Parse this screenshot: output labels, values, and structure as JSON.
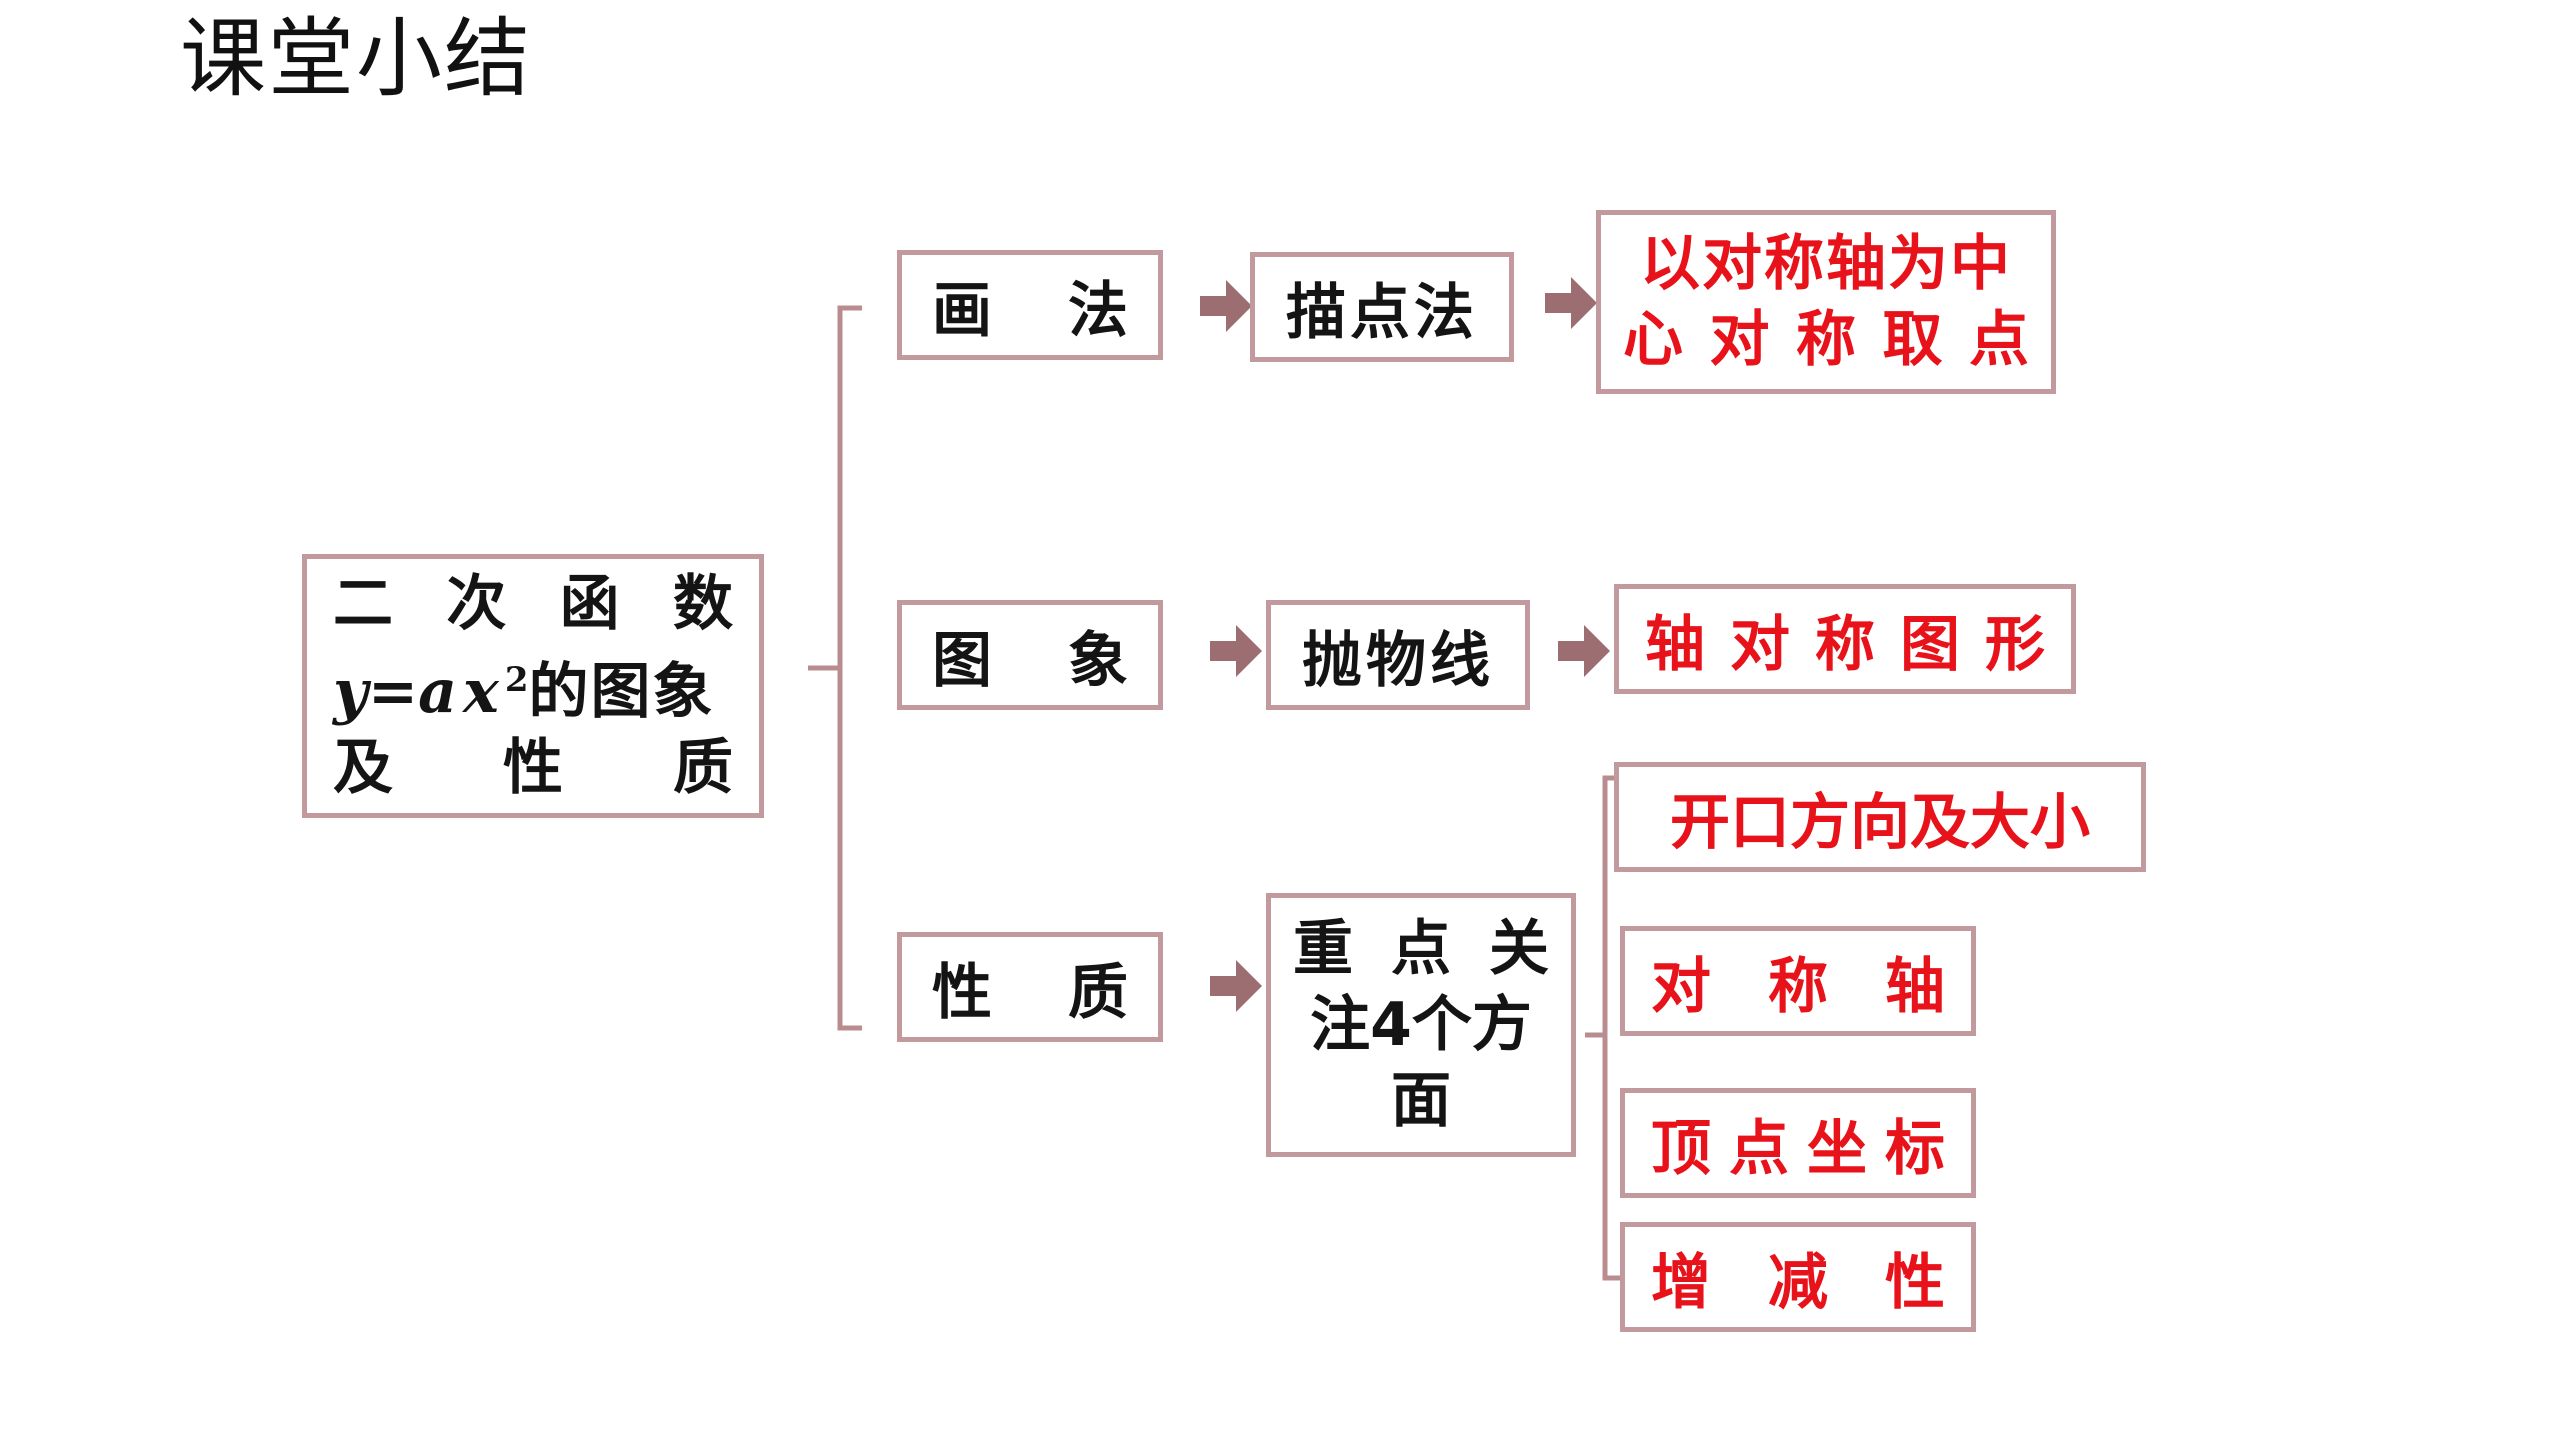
{
  "title": "课堂小结",
  "root": {
    "line1": [
      "二",
      "次",
      "函",
      "数"
    ],
    "formula_y": "y",
    "formula_eq": "=",
    "formula_ax": "ax",
    "formula_exp": "2",
    "formula_rest": "的图象",
    "line3": [
      "及",
      "性",
      "质"
    ]
  },
  "branches": {
    "drawing": {
      "label": [
        "画",
        "法"
      ],
      "method": "描点法",
      "detail_line1": "以对称轴为中",
      "detail_line2": [
        "心",
        "对",
        "称",
        "取",
        "点"
      ]
    },
    "graph": {
      "label": [
        "图",
        "象"
      ],
      "shape": "抛物线",
      "detail": [
        "轴",
        "对",
        "称",
        "图",
        "形"
      ]
    },
    "props": {
      "label": [
        "性",
        "质"
      ],
      "focus_line1": [
        "重",
        "点",
        "关"
      ],
      "focus_line2": "注4个方",
      "focus_line3": "面",
      "items": {
        "opening": "开口方向及大小",
        "axis": [
          "对",
          "称",
          "轴"
        ],
        "vertex": [
          "顶",
          "点",
          "坐",
          "标"
        ],
        "monotonic": [
          "增",
          "减",
          "性"
        ]
      }
    }
  },
  "colors": {
    "border": "#c29a9e",
    "connector": "#b98c90",
    "arrow": "#9c6e71",
    "highlight": "#e8121a",
    "text": "#141414"
  }
}
